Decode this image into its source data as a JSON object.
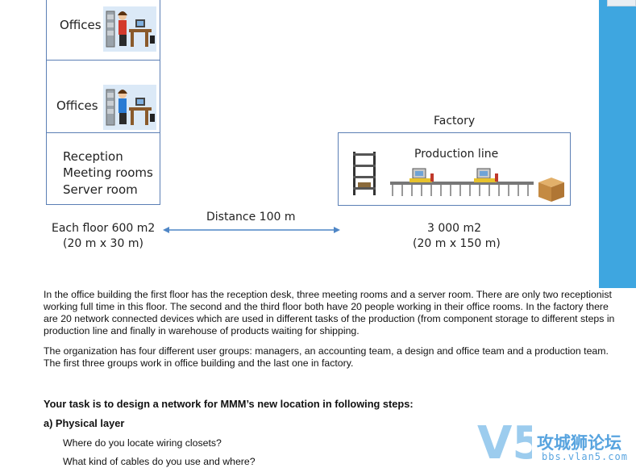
{
  "diagram": {
    "office_building": {
      "floors": [
        {
          "lines": [
            "Offices"
          ]
        },
        {
          "lines": [
            "Offices"
          ]
        },
        {
          "lines": [
            "Reception",
            "Meeting rooms",
            "Server room"
          ]
        }
      ],
      "area": "Each floor 600 m2",
      "dimensions": "(20 m x 30 m)"
    },
    "distance": "Distance 100 m",
    "factory": {
      "title": "Factory",
      "line_label": "Production line",
      "area": "3 000 m2",
      "dimensions": "(20 m x 150 m)"
    },
    "colors": {
      "border": "#5b7fb5",
      "arrow": "#4f86c6",
      "panel": "#3ea6e0"
    }
  },
  "text": {
    "p1": "In the office building the first floor has the reception desk, three meeting rooms and a server room. There are only two receptionist working full time in this floor. The second and the third floor both have 20 people working in their office rooms. In the factory there are 20 network connected devices which are used in different tasks of the production (from component storage to different steps in production line and finally in warehouse of products waiting for shipping.",
    "p2": "The organization has four different user groups: managers, an accounting team, a design and office team and a production team. The first three groups work in office building and the last one in factory.",
    "task": "Your task is to design a network for MMM’s new location in following steps:",
    "section_a": "a)  Physical layer",
    "q1": "Where do you locate wiring closets?",
    "q2": "What kind of cables do you use and where?"
  },
  "watermark": {
    "logo": "V5",
    "name": "攻城狮论坛",
    "url": "bbs.vlan5.com"
  }
}
